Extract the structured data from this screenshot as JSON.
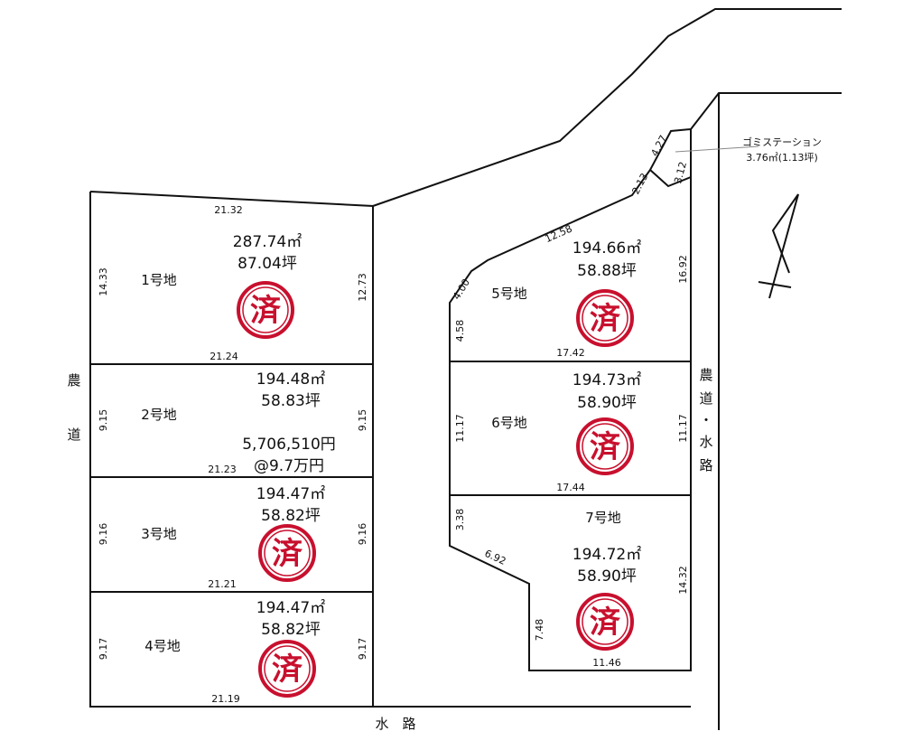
{
  "lots": [
    {
      "name": "1号地",
      "area_m2": "287.74㎡",
      "area_tsubo": "87.04坪",
      "sold": true
    },
    {
      "name": "2号地",
      "area_m2": "194.48㎡",
      "area_tsubo": "58.83坪",
      "price": "5,706,510円",
      "unit_price": "@9.7万円",
      "sold": false
    },
    {
      "name": "3号地",
      "area_m2": "194.47㎡",
      "area_tsubo": "58.82坪",
      "sold": true
    },
    {
      "name": "4号地",
      "area_m2": "194.47㎡",
      "area_tsubo": "58.82坪",
      "sold": true
    },
    {
      "name": "5号地",
      "area_m2": "194.66㎡",
      "area_tsubo": "58.88坪",
      "sold": true
    },
    {
      "name": "6号地",
      "area_m2": "194.73㎡",
      "area_tsubo": "58.90坪",
      "sold": true
    },
    {
      "name": "7号地",
      "area_m2": "194.72㎡",
      "area_tsubo": "58.90坪",
      "sold": true
    }
  ],
  "dimensions": {
    "lot1_top": "21.32",
    "lot1_left": "14.33",
    "lot1_right": "12.73",
    "lot1_bottom": "21.24",
    "lot2_left": "9.15",
    "lot2_right": "9.15",
    "lot2_bottom": "21.23",
    "lot3_left": "9.16",
    "lot3_right": "9.16",
    "lot3_bottom": "21.21",
    "lot4_left": "9.17",
    "lot4_right": "9.17",
    "lot4_bottom": "21.19",
    "lot5_top": "12.58",
    "lot5_diag": "4.00",
    "lot5_left": "4.58",
    "lot5_bottom": "17.42",
    "lot5_right": "16.92",
    "lot6_left": "11.17",
    "lot6_right": "11.17",
    "lot6_bottom": "17.44",
    "lot7_left": "3.38",
    "lot7_diag": "6.92",
    "lot7_inner": "7.48",
    "lot7_bottom": "11.46",
    "lot7_right": "14.32",
    "gomi_top": "4.27",
    "gomi_left": "2.13",
    "gomi_right": "3.12"
  },
  "gomi_station": {
    "label": "ゴミステーション",
    "area": "3.76㎡(1.13坪)"
  },
  "roads": {
    "left": [
      "農",
      "道"
    ],
    "right": [
      "農",
      "道",
      "・",
      "水",
      "路"
    ],
    "bottom": "水　路"
  },
  "stamp_char": "済",
  "colors": {
    "stamp": "#c8102e",
    "line": "#111111"
  }
}
